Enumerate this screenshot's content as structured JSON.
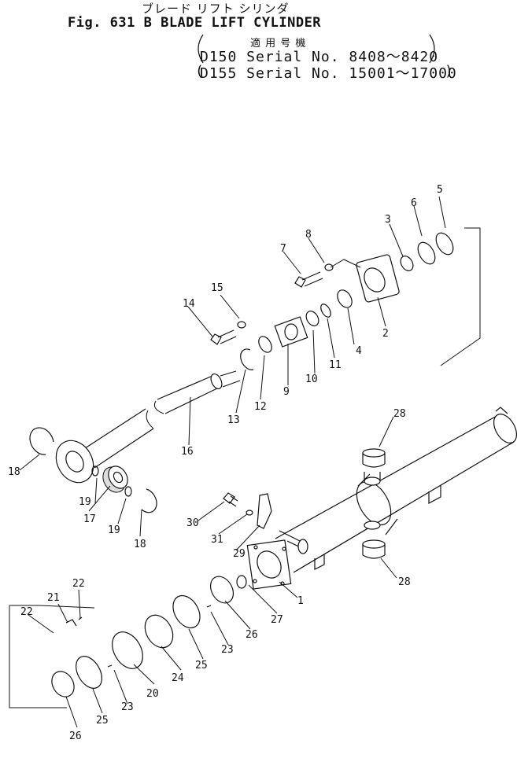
{
  "header": {
    "title_jp": "ブレード リフト シリンダ",
    "figure_title": "Fig. 631 B  BLADE LIFT CYLINDER",
    "applicable_jp": "適 用 号 機",
    "serial_1": "D150 Serial No. 8408～8420",
    "serial_2": "D155 Serial No. 15001～17000"
  },
  "callouts": [
    "1",
    "2",
    "3",
    "4",
    "5",
    "6",
    "7",
    "8",
    "9",
    "10",
    "11",
    "12",
    "13",
    "14",
    "15",
    "16",
    "17",
    "18",
    "18",
    "19",
    "19",
    "20",
    "21",
    "22",
    "22",
    "23",
    "23",
    "24",
    "25",
    "25",
    "26",
    "26",
    "27",
    "28",
    "28",
    "29",
    "30",
    "31"
  ]
}
